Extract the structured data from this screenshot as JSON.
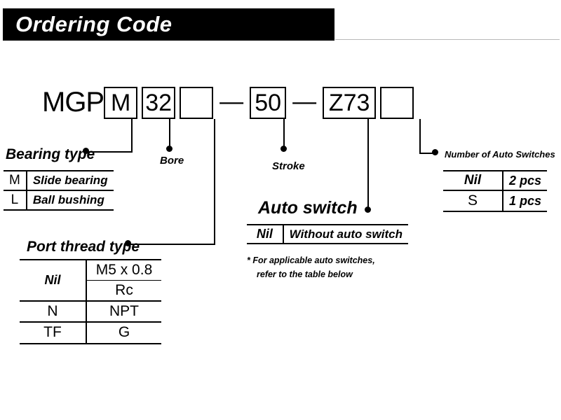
{
  "header": {
    "title": "Ordering Code"
  },
  "ordering_code": {
    "prefix": "MGP",
    "segments": [
      {
        "type": "box",
        "value": "M",
        "name": "bearing-type-box"
      },
      {
        "type": "box",
        "value": "32",
        "name": "bore-box"
      },
      {
        "type": "box",
        "value": "",
        "name": "port-thread-type-box"
      },
      {
        "type": "dash",
        "value": "—"
      },
      {
        "type": "box",
        "value": "50",
        "name": "stroke-box"
      },
      {
        "type": "dash",
        "value": "—"
      },
      {
        "type": "box",
        "value": "Z73",
        "name": "auto-switch-box"
      },
      {
        "type": "box",
        "value": "",
        "name": "number-of-switches-box"
      }
    ],
    "dash": "—"
  },
  "callouts": {
    "bearing_type": "Bearing type",
    "bore": "Bore",
    "port_thread_type": "Port thread type",
    "stroke": "Stroke",
    "auto_switch": "Auto switch",
    "number_of_auto_switches": "Number of Auto  Switches"
  },
  "bearing_type_table": {
    "rows": [
      {
        "code": "M",
        "description": "Slide bearing"
      },
      {
        "code": "L",
        "description": "Ball bushing"
      }
    ]
  },
  "port_thread_type_table": {
    "rows": [
      {
        "code": "Nil",
        "values": [
          "M5 x 0.8",
          "Rc"
        ]
      },
      {
        "code": "N",
        "values": [
          "NPT"
        ]
      },
      {
        "code": "TF",
        "values": [
          "G"
        ]
      }
    ]
  },
  "auto_switch_table": {
    "rows": [
      {
        "code": "Nil",
        "description": "Without auto switch"
      }
    ],
    "note_line1": "* For applicable auto switches,",
    "note_line2": "refer to the table below"
  },
  "number_of_auto_switches_table": {
    "rows": [
      {
        "code": "Nil",
        "quantity": "2 pcs"
      },
      {
        "code": "S",
        "quantity": "1 pcs"
      }
    ]
  },
  "colors": {
    "ink": "#000000",
    "paper": "#ffffff",
    "rule": "#b8b8b8"
  }
}
